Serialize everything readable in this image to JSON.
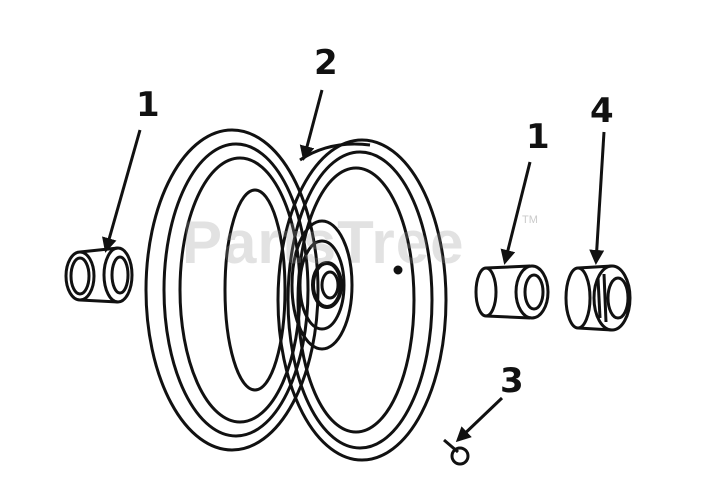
{
  "callouts": {
    "c1_left": "1",
    "c2": "2",
    "c1_right": "1",
    "c4": "4",
    "c3": "3"
  },
  "watermark": {
    "text": "PartsTree",
    "tm": "TM"
  },
  "icons": [
    "arrow-icon"
  ],
  "colors": {
    "ink": "#111111",
    "watermark": "#969696"
  }
}
